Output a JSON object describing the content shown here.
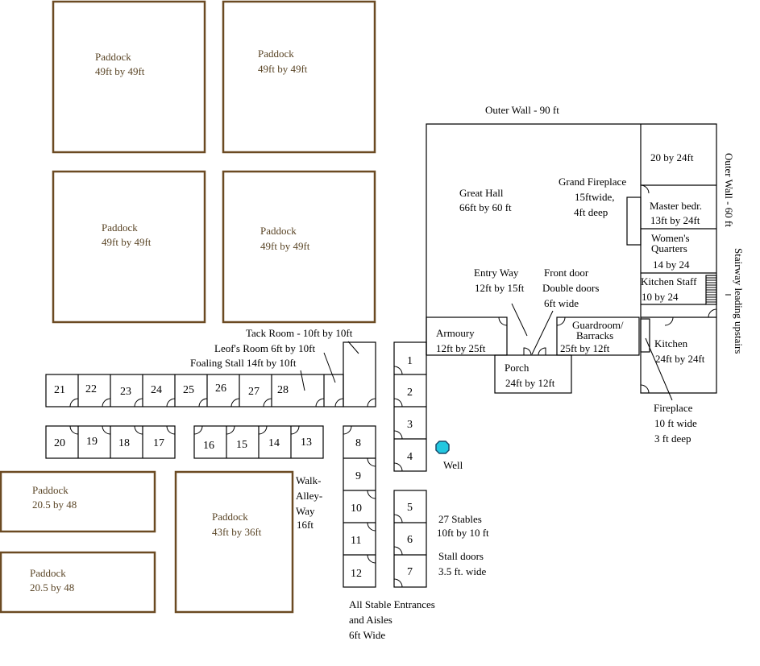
{
  "colors": {
    "paddock": "#6b4a22",
    "well": "#22c7e0",
    "wall": "#000000"
  },
  "paddocks": [
    {
      "name": "Paddock",
      "size": "49ft by 49ft"
    },
    {
      "name": "Paddock",
      "size": "49ft by 49ft"
    },
    {
      "name": "Paddock",
      "size": "49ft by 49ft"
    },
    {
      "name": "Paddock",
      "size": "49ft by 49ft"
    },
    {
      "name": "Paddock",
      "size": "20.5 by 48"
    },
    {
      "name": "Paddock",
      "size": "20.5 by 48"
    },
    {
      "name": "Paddock",
      "size": "43ft by 36ft"
    }
  ],
  "castle": {
    "outer_wall_top": "Outer Wall - 90 ft",
    "outer_wall_side": "Outer Wall - 60 ft",
    "stairway": "Stairway leading upstairs",
    "great_hall": [
      "Great Hall",
      "66ft by 60 ft"
    ],
    "grand_fireplace": [
      "Grand Fireplace",
      "15ftwide,",
      "4ft deep"
    ],
    "room_20x24": "20 by 24ft",
    "master_bedroom": [
      "Master bedr.",
      "13ft by 24ft"
    ],
    "womens_quarters": [
      "Women's",
      "Quarters",
      "14 by 24"
    ],
    "kitchen_staff": [
      "Kitchen Staff",
      "10 by 24"
    ],
    "entry_way": [
      "Entry Way",
      "12ft by 15ft"
    ],
    "front_door": [
      "Front door",
      "Double doors",
      "6ft wide"
    ],
    "armoury": [
      "Armoury",
      "12ft by 25ft"
    ],
    "guardroom": [
      "Guardroom/",
      "Barracks",
      "25ft by 12ft"
    ],
    "porch": [
      "Porch",
      "24ft by 12ft"
    ],
    "kitchen": [
      "Kitchen",
      "24ft by 24ft"
    ],
    "kitchen_fireplace": [
      "Fireplace",
      "10 ft wide",
      "3 ft deep"
    ]
  },
  "stable_labels": {
    "tack_room": "Tack Room - 10ft by 10ft",
    "leofs_room": "Leof's Room  6ft by 10ft",
    "foaling_stall": "Foaling Stall 14ft by 10ft",
    "walk_alley": [
      "Walk-",
      "Alley-",
      "Way",
      "16ft"
    ],
    "well": "Well",
    "stables_info": [
      "27 Stables",
      "10ft by 10 ft"
    ],
    "stall_doors": [
      "Stall doors",
      "3.5 ft. wide"
    ],
    "entrances": [
      "All Stable Entrances",
      "and Aisles",
      "6ft Wide"
    ]
  },
  "stables": [
    "1",
    "2",
    "3",
    "4",
    "5",
    "6",
    "7",
    "8",
    "9",
    "10",
    "11",
    "12",
    "13",
    "14",
    "15",
    "16",
    "17",
    "18",
    "19",
    "20",
    "21",
    "22",
    "23",
    "24",
    "25",
    "26",
    "27",
    "28"
  ]
}
